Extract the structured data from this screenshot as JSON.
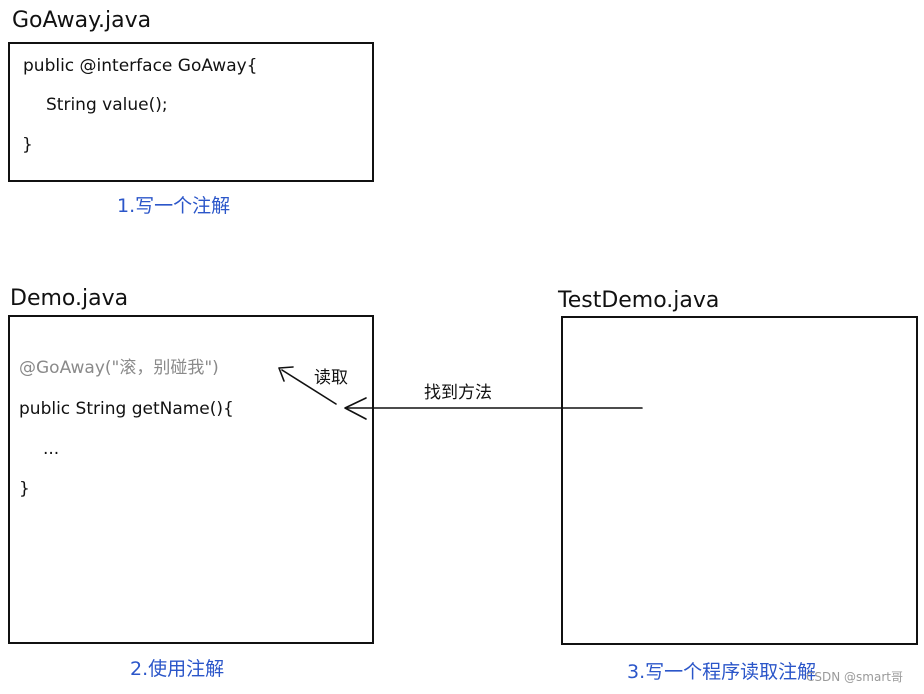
{
  "goaway": {
    "filename": "GoAway.java",
    "lines": [
      "public @interface GoAway{",
      "String value();",
      "}"
    ],
    "caption": "1.写一个注解"
  },
  "demo": {
    "filename": "Demo.java",
    "annotation_line": "@GoAway(\"滚，别碰我\")",
    "lines": [
      "public String getName(){",
      "...",
      "}"
    ],
    "caption": "2.使用注解"
  },
  "testdemo": {
    "filename": "TestDemo.java",
    "caption": "3.写一个程序读取注解"
  },
  "arrows": {
    "read_label": "读取",
    "find_method_label": "找到方法"
  },
  "watermark": "CSDN @smart哥",
  "colors": {
    "caption": "#2b56c9",
    "annotation_text": "#8a8a8a",
    "line": "#111111"
  }
}
